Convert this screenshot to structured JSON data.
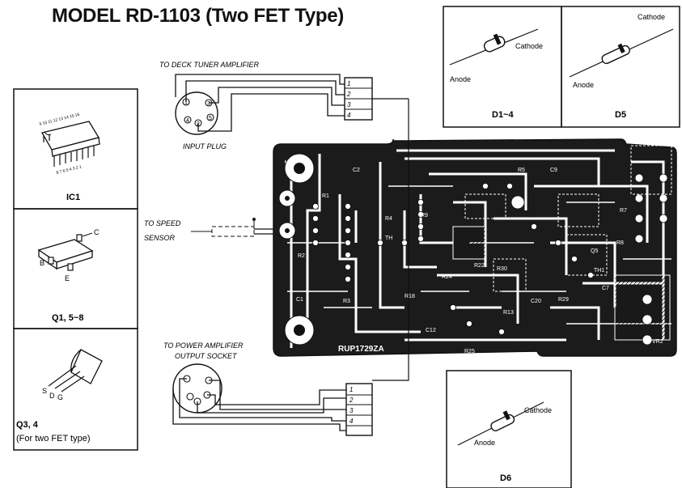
{
  "title": "MODEL RD-1103 (Two FET Type)",
  "components": {
    "diode_d1_4": {
      "caption": "D1~4",
      "anode": "Anode",
      "cathode": "Cathode"
    },
    "diode_d5": {
      "caption": "D5",
      "anode": "Anode",
      "cathode": "Cathode"
    },
    "diode_d6": {
      "caption": "D6",
      "anode": "Anode",
      "cathode": "Cathode"
    },
    "ic1": {
      "caption": "IC1",
      "top_pins": "9 10 11 12 13 14 15 16",
      "bottom_pins": "8 7 6 5 4 3 2 1"
    },
    "q1": {
      "caption": "Q1, 5~8",
      "pin_b": "B",
      "pin_c": "C",
      "pin_e": "E"
    },
    "q3": {
      "caption_line1": "Q3, 4",
      "caption_line2": "(For two FET type)",
      "pin_s": "S",
      "pin_d": "D",
      "pin_g": "G"
    }
  },
  "connections": {
    "deck": {
      "label": "TO DECK TUNER AMPLIFIER",
      "plug_label": "INPUT PLUG",
      "pins": [
        "1",
        "2",
        "3",
        "4"
      ],
      "plug_pins": [
        "1",
        "3",
        "4",
        "2",
        "5"
      ]
    },
    "speed": {
      "label_line1": "TO SPEED",
      "label_line2": "SENSOR"
    },
    "power": {
      "label_line1": "TO POWER AMPLIFIER",
      "label_line2": "OUTPUT SOCKET",
      "pins": [
        "1",
        "2",
        "3",
        "4"
      ]
    }
  },
  "pcb": {
    "code": "RUP1729ZA",
    "refs": [
      "R3",
      "R1",
      "TH",
      "R18",
      "R4",
      "R2",
      "C1",
      "R9",
      "R22",
      "R24",
      "R30",
      "Q5",
      "C7",
      "R29",
      "C20",
      "R13",
      "R25",
      "C12",
      "C9",
      "R5",
      "C2",
      "R7",
      "R8",
      "VR2",
      "TH1"
    ]
  }
}
